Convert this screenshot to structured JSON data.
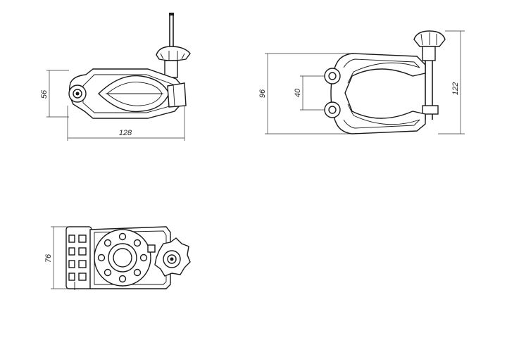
{
  "dimensions": {
    "side_view": {
      "height": "56",
      "length": "128"
    },
    "front_view": {
      "outer_height": "96",
      "inner_spacing": "40",
      "total_height": "122"
    },
    "top_view": {
      "height": "76"
    }
  }
}
